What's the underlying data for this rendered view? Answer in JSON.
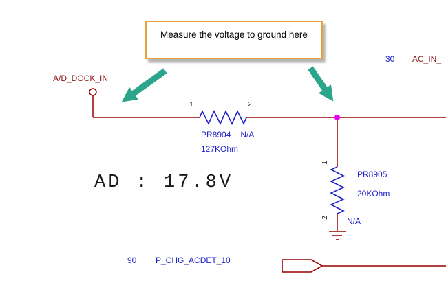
{
  "colors": {
    "wire": "#990000",
    "net_text": "#8C1A1A",
    "part_text": "#1F1FC8",
    "pin_text": "#1A1A1A",
    "arrow": "#2BA58B",
    "callout_border": "#E9A13B",
    "junction": "#F000F0",
    "measurement_text": "#1A1A1A"
  },
  "callout": {
    "text": "Measure the voltage to ground here"
  },
  "nets": {
    "dock_in": {
      "name": "A/D_DOCK_IN"
    },
    "ac_in": {
      "page": "30",
      "name": "AC_IN_"
    },
    "acdet": {
      "page": "90",
      "name": "P_CHG_ACDET_10"
    }
  },
  "resistors": {
    "pr8904": {
      "refdes": "PR8904",
      "value": "N/A",
      "resistance": "127KOhm",
      "pin1": "1",
      "pin2": "2"
    },
    "pr8905": {
      "refdes": "PR8905",
      "value": "N/A",
      "resistance": "20KOhm",
      "pin1": "1",
      "pin2": "2"
    }
  },
  "measurement": {
    "text": "AD : 17.8V"
  }
}
